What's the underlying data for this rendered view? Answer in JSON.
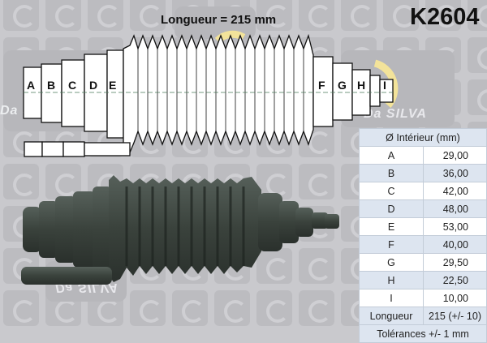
{
  "product": {
    "reference": "K2604",
    "length_title": "Longueur = 215 mm",
    "watermark": "Da SILVA"
  },
  "diagram": {
    "section_labels": [
      "A",
      "B",
      "C",
      "D",
      "E",
      "F",
      "G",
      "H",
      "I"
    ],
    "convolutions": 11
  },
  "spec_table": {
    "header": "Ø Intérieur (mm)",
    "rows": [
      {
        "key": "A",
        "value": "29,00"
      },
      {
        "key": "B",
        "value": "36,00"
      },
      {
        "key": "C",
        "value": "42,00"
      },
      {
        "key": "D",
        "value": "48,00"
      },
      {
        "key": "E",
        "value": "53,00"
      },
      {
        "key": "F",
        "value": "40,00"
      },
      {
        "key": "G",
        "value": "29,50"
      },
      {
        "key": "H",
        "value": "22,50"
      },
      {
        "key": "I",
        "value": "10,00"
      }
    ],
    "length_label": "Longueur",
    "length_value": "215 (+/- 10)",
    "tolerance": "Tolérances +/- 1 mm"
  },
  "colors": {
    "background": "#c9c9cd",
    "tile": "#bcbcc0",
    "table_header": "#dde5f0",
    "table_border": "#c3ccd8",
    "boot_rubber": "#3a423c",
    "logo_accent": "#f3e39a"
  }
}
